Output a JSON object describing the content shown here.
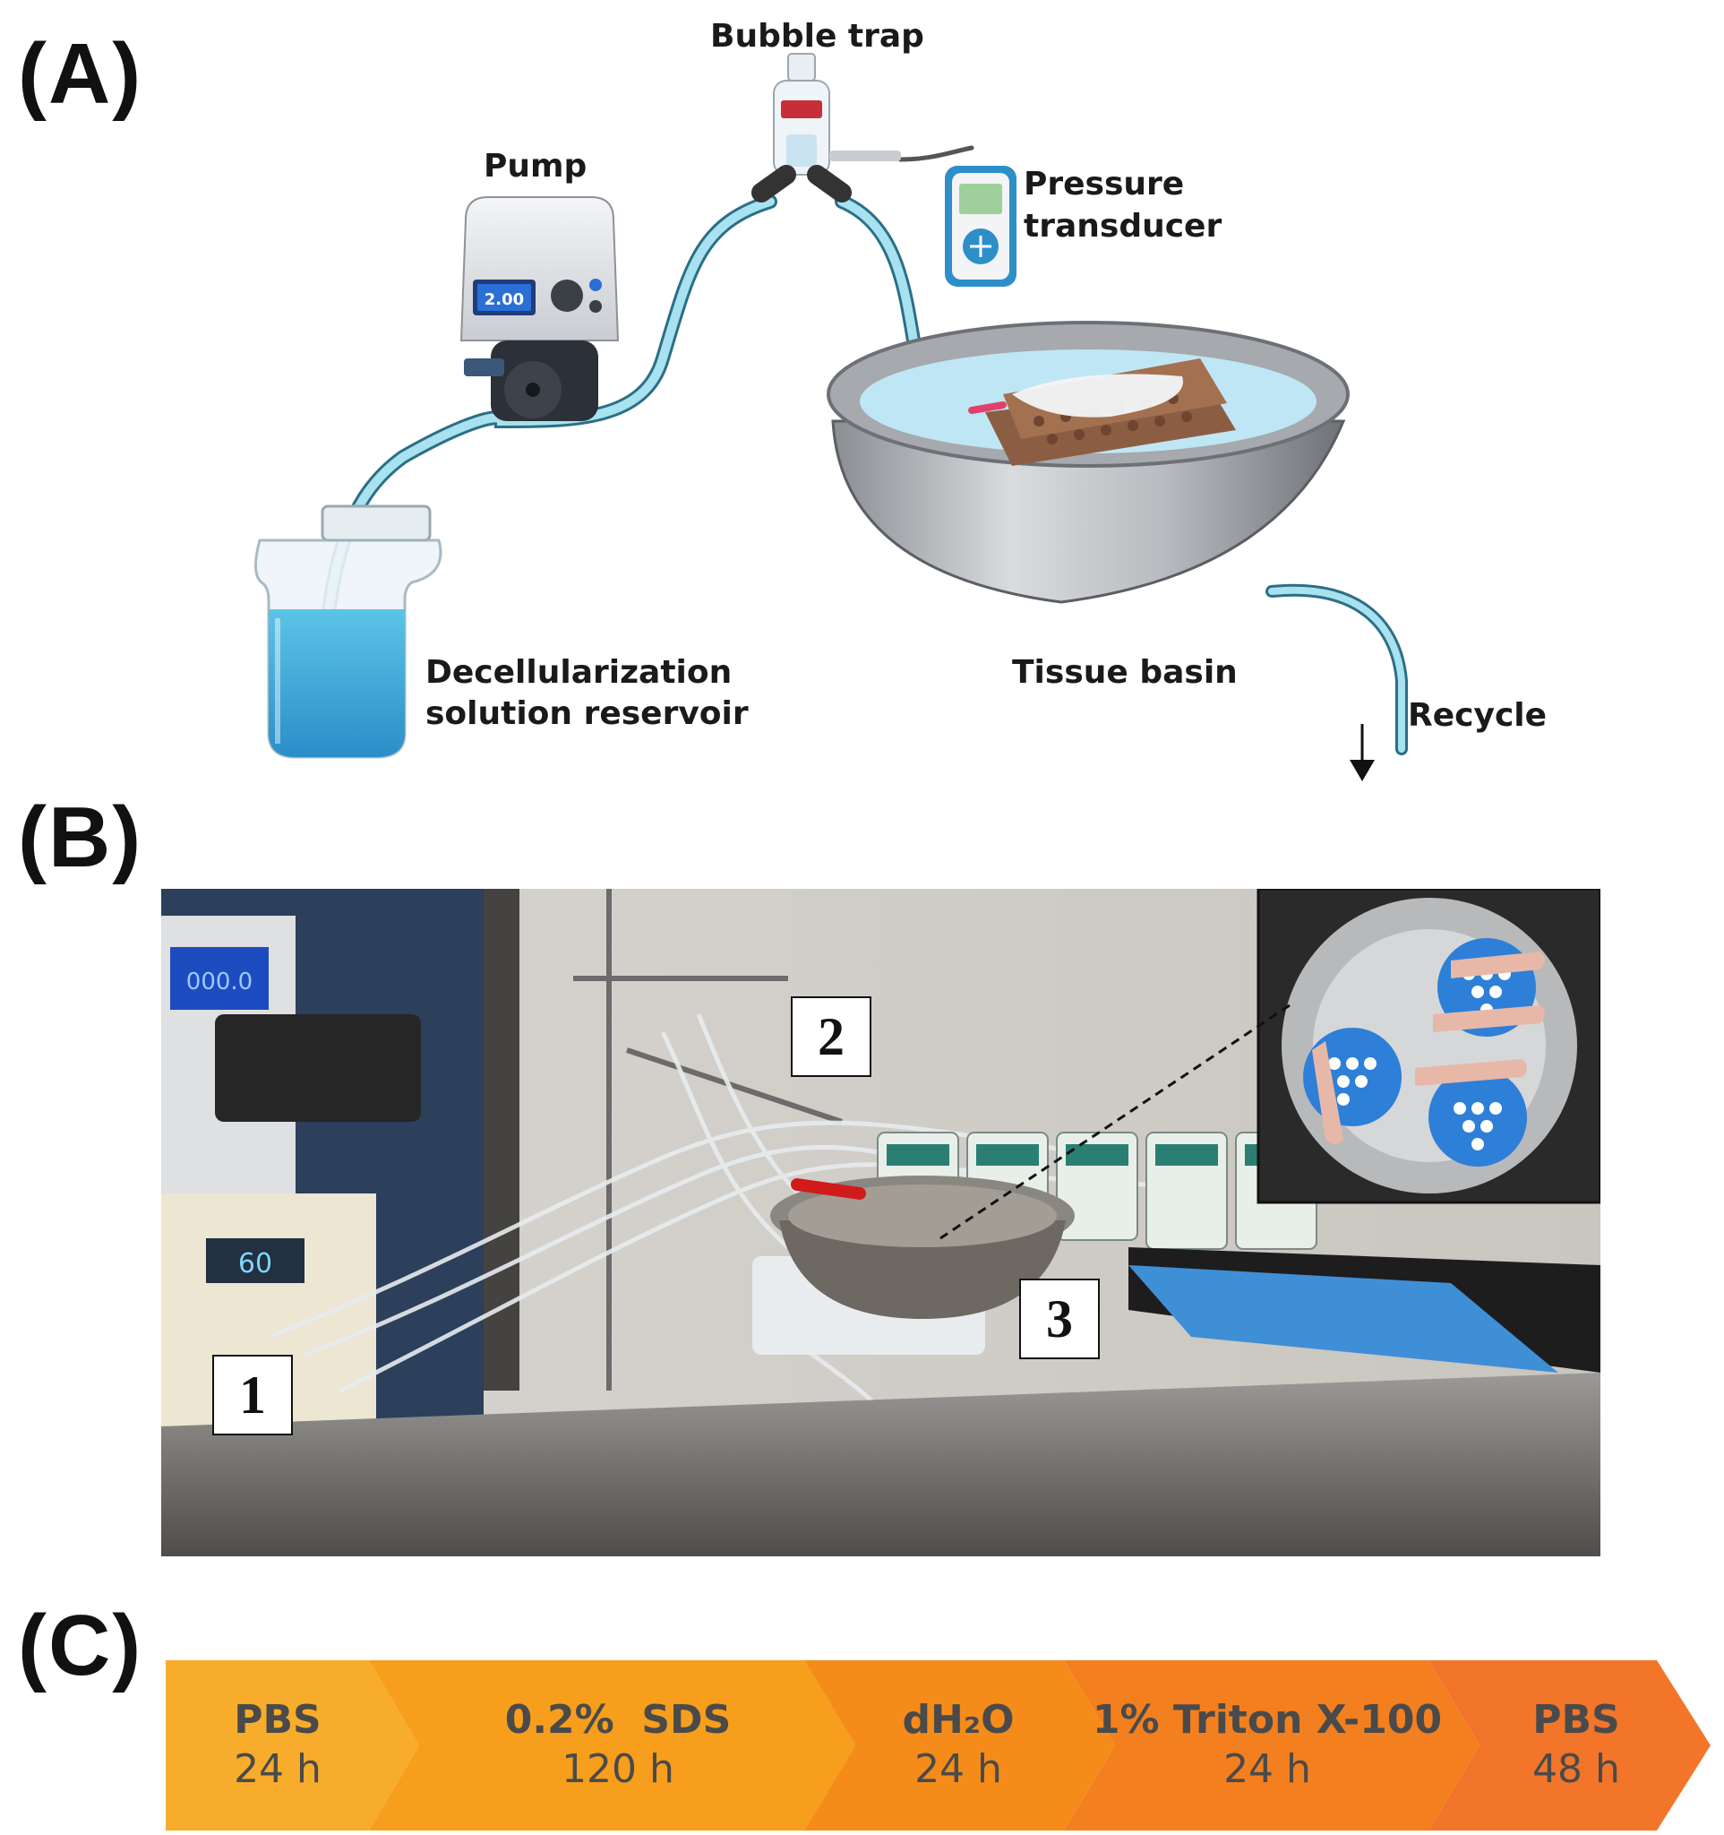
{
  "panels": {
    "a": {
      "letter": "(A)"
    },
    "b": {
      "letter": "(B)"
    },
    "c": {
      "letter": "(C)"
    }
  },
  "diagram": {
    "bubble_trap": "Bubble trap",
    "pump": "Pump",
    "pump_display": "2.00",
    "pressure_transducer_line1": "Pressure",
    "pressure_transducer_line2": "transducer",
    "tissue_basin": "Tissue basin",
    "reservoir_line1": "Decellularization",
    "reservoir_line2": "solution reservoir",
    "recycle": "Recycle"
  },
  "photo": {
    "markers": [
      "1",
      "2",
      "3"
    ],
    "pump_display": "60"
  },
  "protocol": {
    "steps": [
      {
        "name": "PBS",
        "duration": "24 h",
        "color": "#F7AC2B"
      },
      {
        "name": "0.2%  SDS",
        "duration": "120 h",
        "color": "#F79E1C"
      },
      {
        "name": "dH₂O",
        "duration": "24 h",
        "color": "#F58C1A"
      },
      {
        "name": "1% Triton X-100",
        "duration": "24 h",
        "color": "#F47F1F"
      },
      {
        "name": "PBS",
        "duration": "48 h",
        "color": "#F2752A"
      }
    ]
  }
}
